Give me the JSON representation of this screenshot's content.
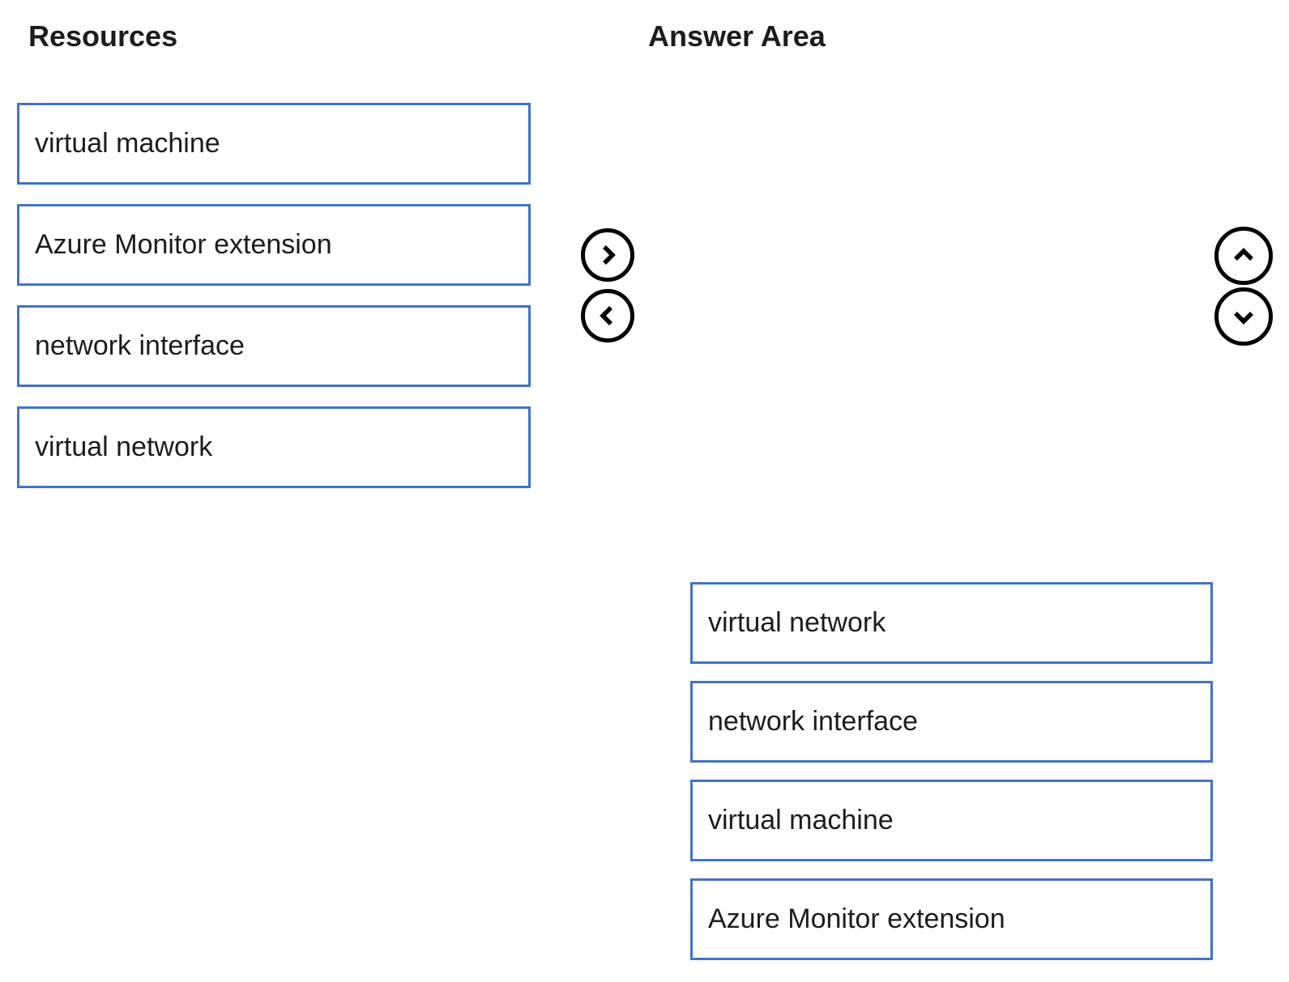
{
  "resources": {
    "title": "Resources",
    "items": [
      {
        "label": "virtual machine"
      },
      {
        "label": "Azure Monitor extension"
      },
      {
        "label": "network interface"
      },
      {
        "label": "virtual network"
      }
    ]
  },
  "answer_area": {
    "title": "Answer Area",
    "items": [
      {
        "label": "virtual network"
      },
      {
        "label": "network interface"
      },
      {
        "label": "virtual machine"
      },
      {
        "label": "Azure Monitor extension"
      }
    ]
  },
  "controls": {
    "move_right": {
      "icon": "chevron-right-icon"
    },
    "move_left": {
      "icon": "chevron-left-icon"
    },
    "move_up": {
      "icon": "chevron-up-icon"
    },
    "move_down": {
      "icon": "chevron-down-icon"
    }
  },
  "colors": {
    "background": "#ffffff",
    "box_border": "#4472c4",
    "text": "#1c1c1c",
    "control_stroke": "#000000"
  }
}
